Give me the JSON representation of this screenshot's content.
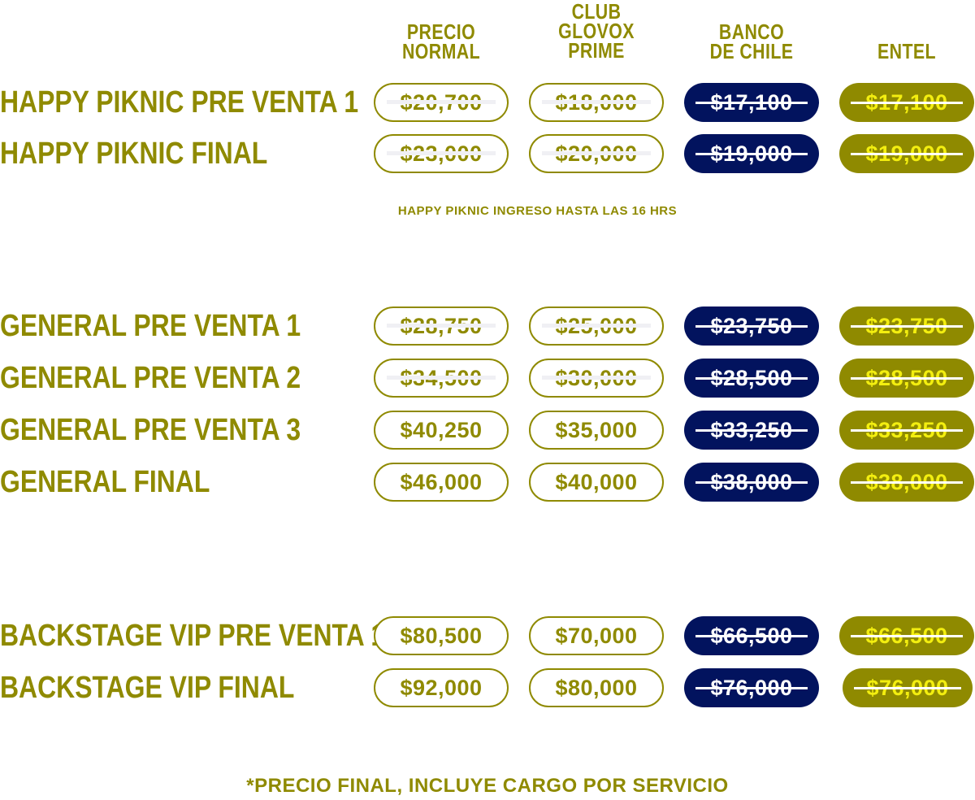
{
  "columns": {
    "normal": [
      "PRECIO",
      "NORMAL"
    ],
    "club": [
      "CLUB",
      "GLOVOX",
      "PRIME"
    ],
    "banco": [
      "BANCO",
      "DE CHILE"
    ],
    "entel": [
      "ENTEL"
    ]
  },
  "rows": [
    {
      "label": "HAPPY PIKNIC PRE VENTA 1",
      "normal": "$20,700",
      "club": "$18,000",
      "banco": "$17,100",
      "entel": "$17,100",
      "normal_struck": true
    },
    {
      "label": "HAPPY PIKNIC FINAL",
      "normal": "$23,000",
      "club": "$20,000",
      "banco": "$19,000",
      "entel": "$19,000",
      "normal_struck": true
    },
    {
      "label": "GENERAL PRE VENTA 1",
      "normal": "$28,750",
      "club": "$25,000",
      "banco": "$23,750",
      "entel": "$23,750",
      "normal_struck": true
    },
    {
      "label": "GENERAL PRE VENTA 2",
      "normal": "$34,500",
      "club": "$30,000",
      "banco": "$28,500",
      "entel": "$28,500",
      "normal_struck": true
    },
    {
      "label": "GENERAL PRE VENTA 3",
      "normal": "$40,250",
      "club": "$35,000",
      "banco": "$33,250",
      "entel": "$33,250",
      "normal_struck": false
    },
    {
      "label": "GENERAL FINAL",
      "normal": "$46,000",
      "club": "$40,000",
      "banco": "$38,000",
      "entel": "$38,000",
      "normal_struck": false
    },
    {
      "label": "BACKSTAGE VIP PRE VENTA 1",
      "normal": "$80,500",
      "club": "$70,000",
      "banco": "$66,500",
      "entel": "$66,500",
      "normal_struck": false
    },
    {
      "label": "BACKSTAGE VIP FINAL",
      "normal": "$92,000",
      "club": "$80,000",
      "banco": "$76,000",
      "entel": "$76,000",
      "normal_struck": false
    }
  ],
  "note": "HAPPY PIKNIC INGRESO HASTA LAS 16 HRS",
  "footer": "*PRECIO FINAL, INCLUYE CARGO POR SERVICIO",
  "colors": {
    "olive": "#8f8a00",
    "navy": "#02135e",
    "yellow": "#f3ee10"
  }
}
